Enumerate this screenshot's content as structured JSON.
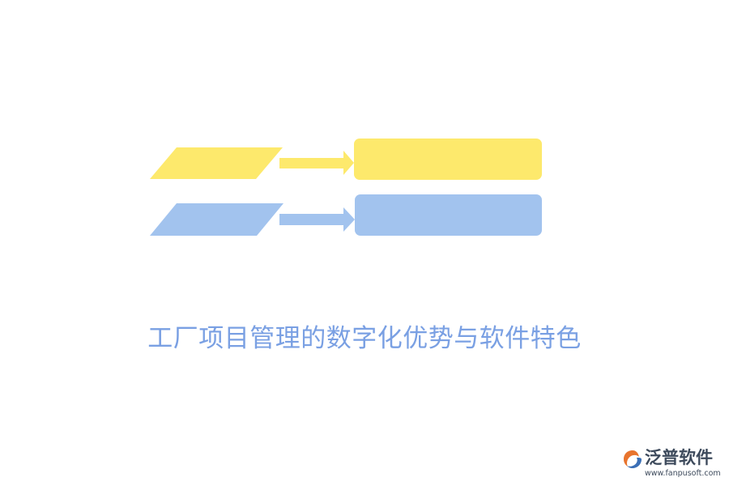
{
  "colors": {
    "yellow": "#fde96c",
    "blue": "#a2c3ee",
    "caption": "#7aa0e3",
    "logo_text": "#3d4a5c",
    "logo_mark_orange": "#e8742e",
    "logo_mark_blue": "#3b6fb6"
  },
  "diagram": {
    "rows": [
      {
        "color_key": "yellow",
        "label": "",
        "box_text": ""
      },
      {
        "color_key": "blue",
        "label": "",
        "box_text": ""
      }
    ]
  },
  "caption": "工厂项目管理的数字化优势与软件特色",
  "logo": {
    "name": "泛普软件",
    "url": "www.fanpusoft.com",
    "icon": "fanpu-logo-icon"
  }
}
